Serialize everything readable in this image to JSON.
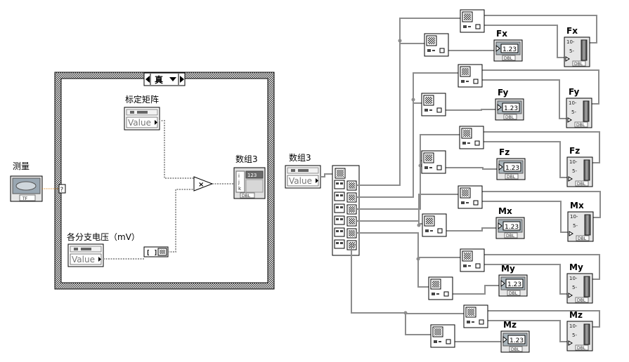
{
  "case_structure": {
    "selector": "真"
  },
  "measure": {
    "label": "测量",
    "tf": "TF",
    "question": "?"
  },
  "calib_matrix": {
    "label": "标定矩阵",
    "value": "Value"
  },
  "voltage": {
    "label": "各分支电压（mV）",
    "value": "Value"
  },
  "array3_inner": {
    "label": "数组3",
    "num": "123",
    "dbl": "DBL",
    "i": "i",
    "j": "j",
    "k": "k"
  },
  "array3_outer": {
    "label": "数组3",
    "value": "Value"
  },
  "indicators": [
    {
      "name": "Fx",
      "num": "1.23",
      "dbl": "DBL",
      "gauge_label": "Fx",
      "scale_top": "10-",
      "scale_mid": "5-",
      "gauge_dbl": "DBL"
    },
    {
      "name": "Fy",
      "num": "1.23",
      "dbl": "DBL",
      "gauge_label": "Fy",
      "scale_top": "10-",
      "scale_mid": "5-",
      "gauge_dbl": "DBL"
    },
    {
      "name": "Fz",
      "num": "1.23",
      "dbl": "DBL",
      "gauge_label": "Fz",
      "scale_top": "10-",
      "scale_mid": "5-",
      "gauge_dbl": "DBL"
    },
    {
      "name": "Mx",
      "num": "1.23",
      "dbl": "DBL",
      "gauge_label": "Mx",
      "scale_top": "10-",
      "scale_mid": "5-",
      "gauge_dbl": "DBL"
    },
    {
      "name": "My",
      "num": "1.23",
      "dbl": "DBL",
      "gauge_label": "My",
      "scale_top": "10-",
      "scale_mid": "5-",
      "gauge_dbl": "DBL"
    },
    {
      "name": "Mz",
      "num": "1.23",
      "dbl": "DBL",
      "gauge_label": "Mz",
      "scale_top": "10-",
      "scale_mid": "5-",
      "gauge_dbl": "DBL"
    }
  ]
}
